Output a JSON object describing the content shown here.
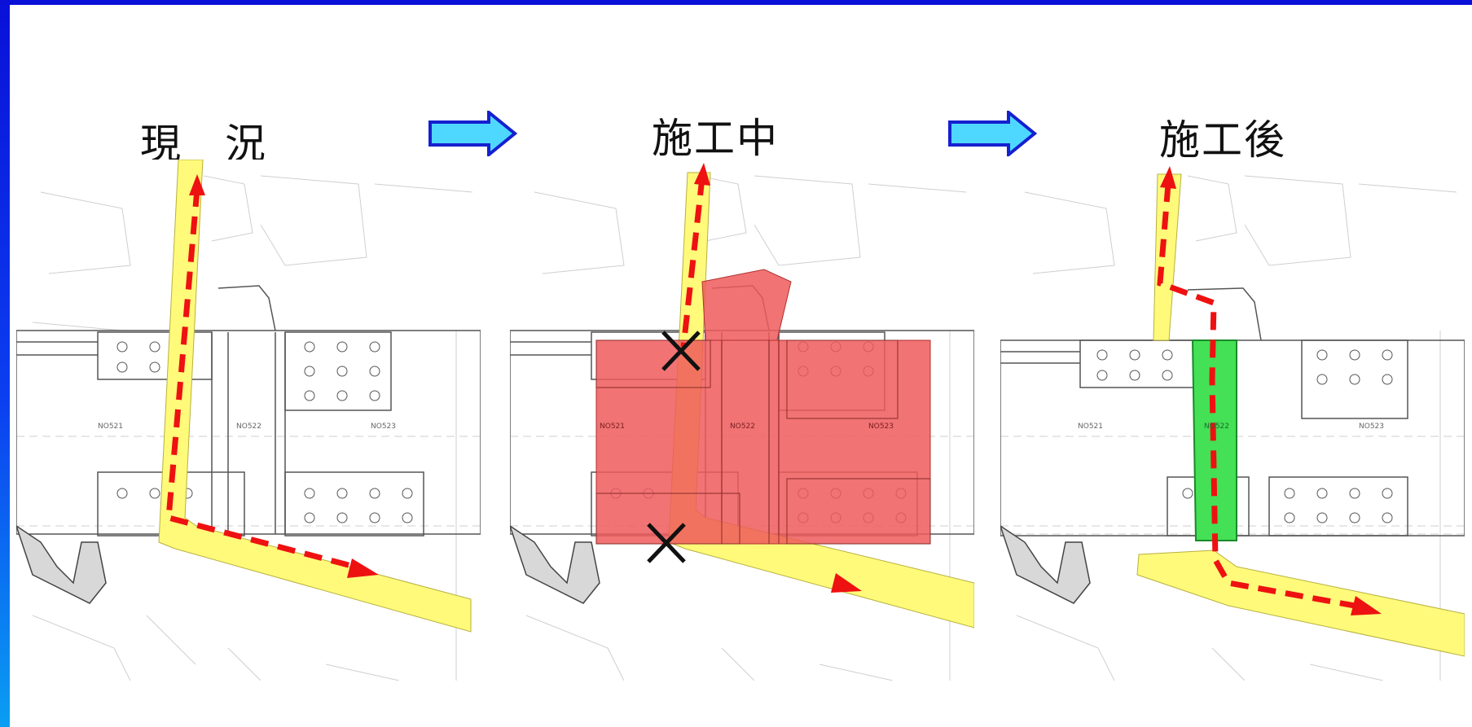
{
  "stages": [
    {
      "title": "現　況",
      "labels": [
        "NO521",
        "NO522",
        "NO523"
      ]
    },
    {
      "title": "施工中",
      "labels": [
        "NO521",
        "NO522",
        "NO523"
      ]
    },
    {
      "title": "施工後",
      "labels": [
        "NO521",
        "NO522",
        "NO523"
      ]
    }
  ],
  "colors": {
    "frame": "#0a10d8",
    "road": "#fffa7a",
    "route": "#ee1111",
    "construction_zone": "#ee5a5a",
    "new_path": "#44e055",
    "flow_arrow": "#4fd8ff"
  },
  "icons": [
    "right-arrow-icon",
    "blocked-x-icon"
  ]
}
